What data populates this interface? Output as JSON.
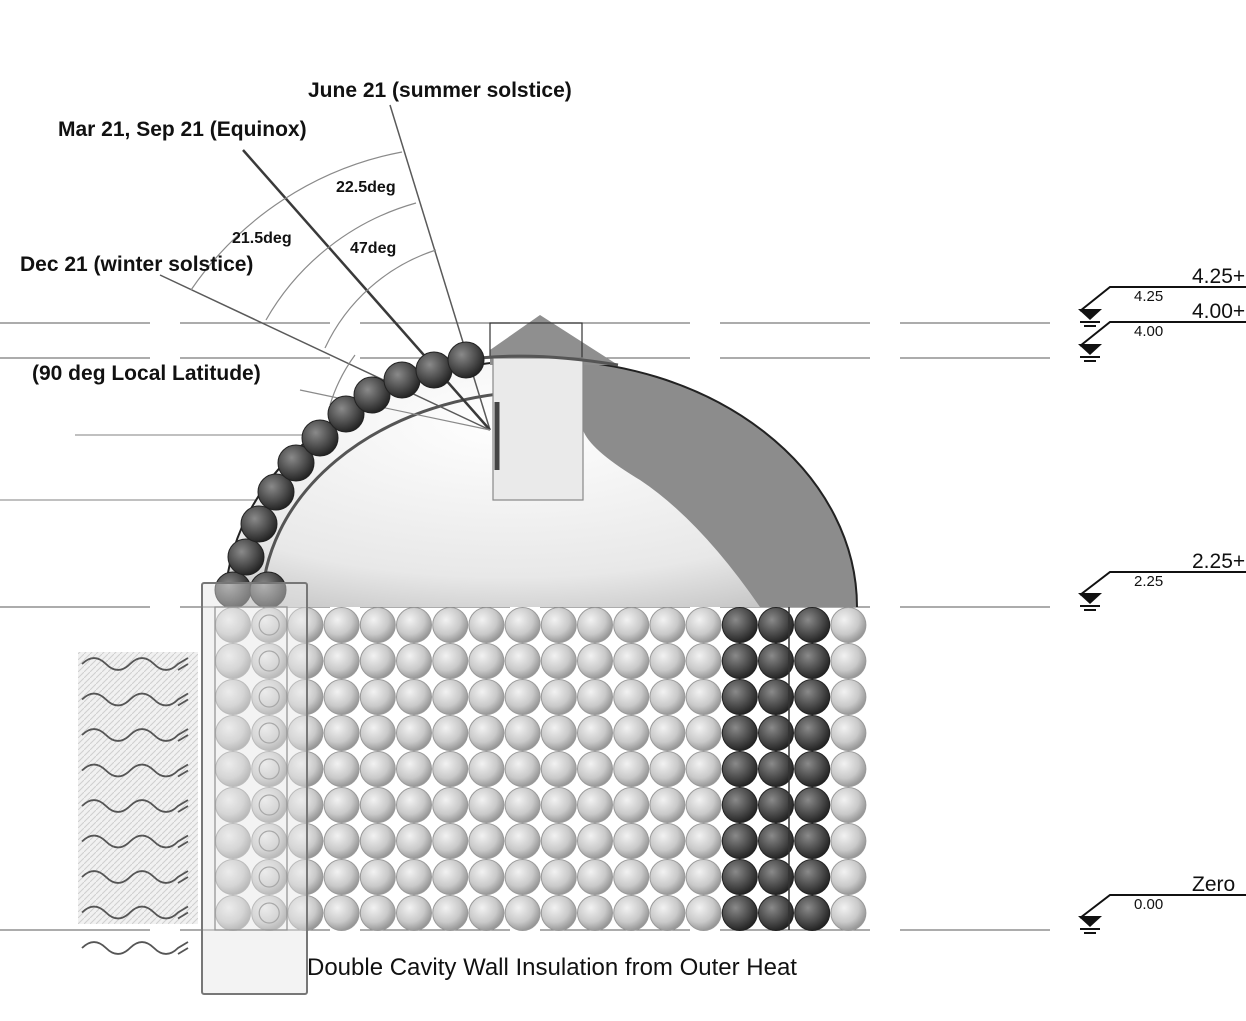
{
  "sun_angles": {
    "june": "June 21 (summer solstice)",
    "equinox": "Mar 21, Sep 21  (Equinox)",
    "winter": "Dec 21  (winter solstice)",
    "latitude": "(90 deg Local Latitude)",
    "arc_summer": "22.5deg",
    "arc_winter": "21.5deg",
    "arc_total": "47deg"
  },
  "levels": [
    {
      "value": "4.25",
      "label": "4.25+"
    },
    {
      "value": "4.00",
      "label": "4.00+"
    },
    {
      "value": "2.25",
      "label": "2.25+"
    },
    {
      "value": "0.00",
      "label": "Zero"
    }
  ],
  "caption": "Double Cavity Wall Insulation from Outer Heat",
  "colors": {
    "ink": "#111111",
    "line": "#777777",
    "bag_light": "#dadada",
    "bag_dark": "#2a2a2a",
    "dome_shadow": "#8a8a8a",
    "cavity_fill": "#e6e6e6"
  }
}
